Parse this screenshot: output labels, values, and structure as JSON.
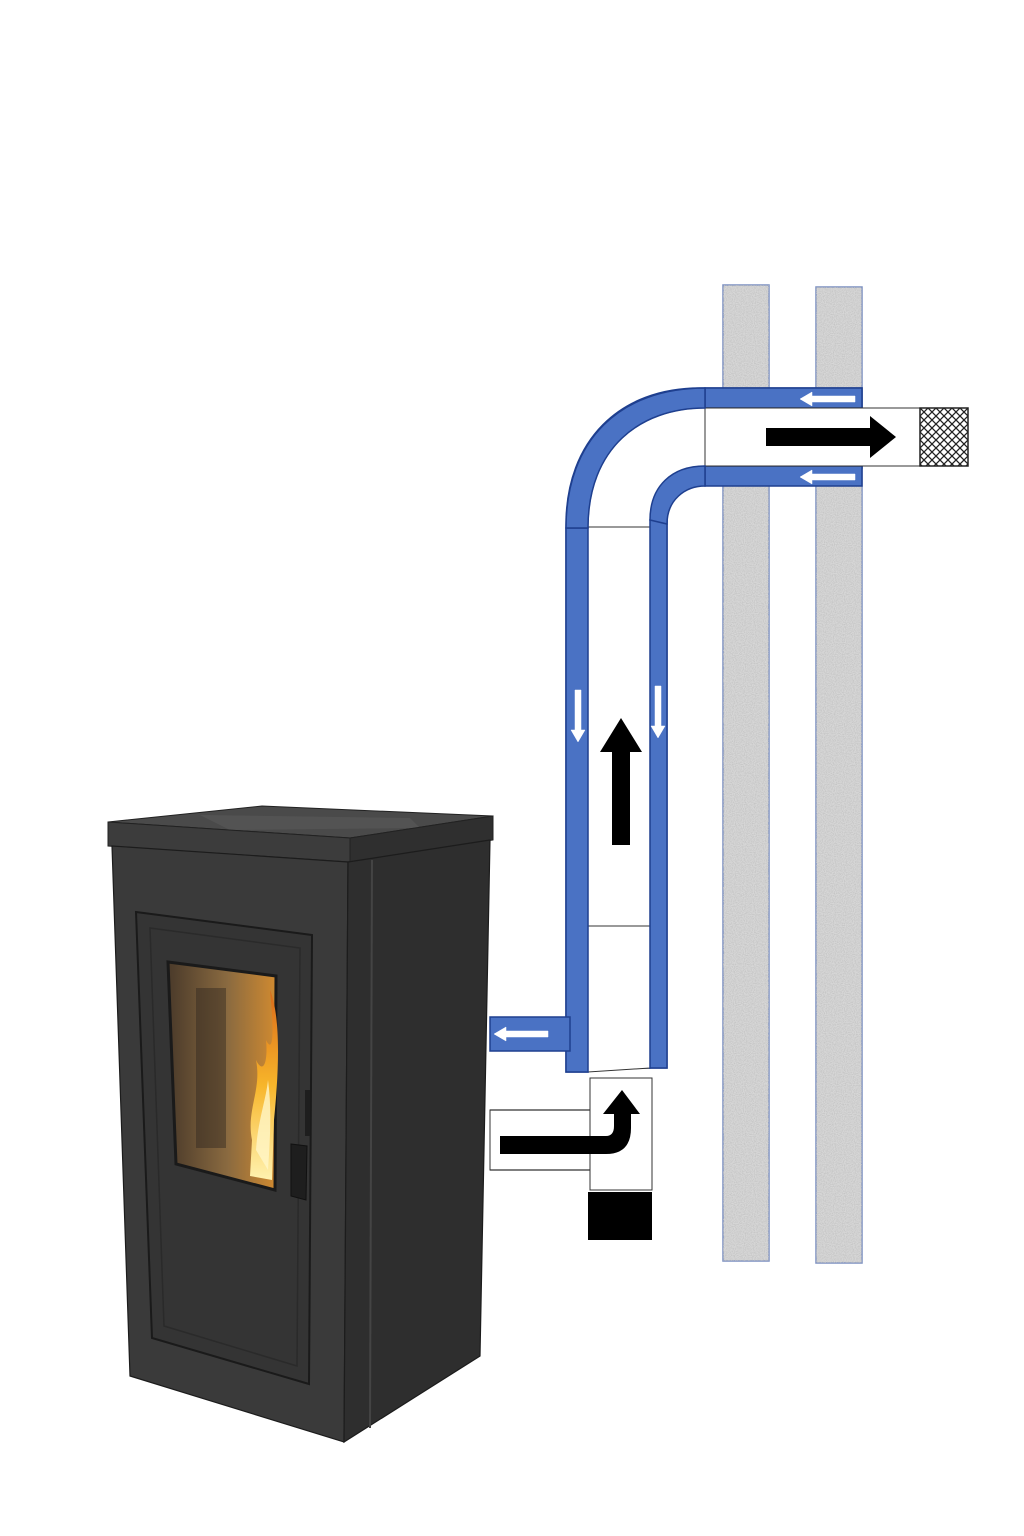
{
  "diagram": {
    "labels": [],
    "colors": {
      "background": "#ffffff",
      "concentric_duct": "#4a72c4",
      "duct_outline": "#1e3f8f",
      "wall_speckle": "#c4c4c4",
      "stove_body": "#3a3a3a",
      "stove_side": "#2e2e2e",
      "stove_top": "#4a4a4a",
      "flame": "#f0a020",
      "flow_arrow": "#000000",
      "intake_arrow": "#ffffff"
    },
    "elements": {
      "stove": "pellet-stove",
      "flue_pipe": "concentric-flue-pipe",
      "wall": "double-wall-section",
      "terminal": "mesh-terminal-cap",
      "condensate_cap": "bottom-condensate-cap"
    },
    "flows": [
      {
        "name": "exhaust-out",
        "direction": "right"
      },
      {
        "name": "exhaust-up",
        "direction": "up"
      },
      {
        "name": "exhaust-from-stove",
        "direction": "right-then-up"
      },
      {
        "name": "fresh-air-in-top",
        "direction": "left"
      },
      {
        "name": "fresh-air-in-bottom",
        "direction": "left"
      },
      {
        "name": "fresh-air-down-left",
        "direction": "down"
      },
      {
        "name": "fresh-air-down-right",
        "direction": "down"
      },
      {
        "name": "fresh-air-to-stove",
        "direction": "left"
      }
    ]
  }
}
